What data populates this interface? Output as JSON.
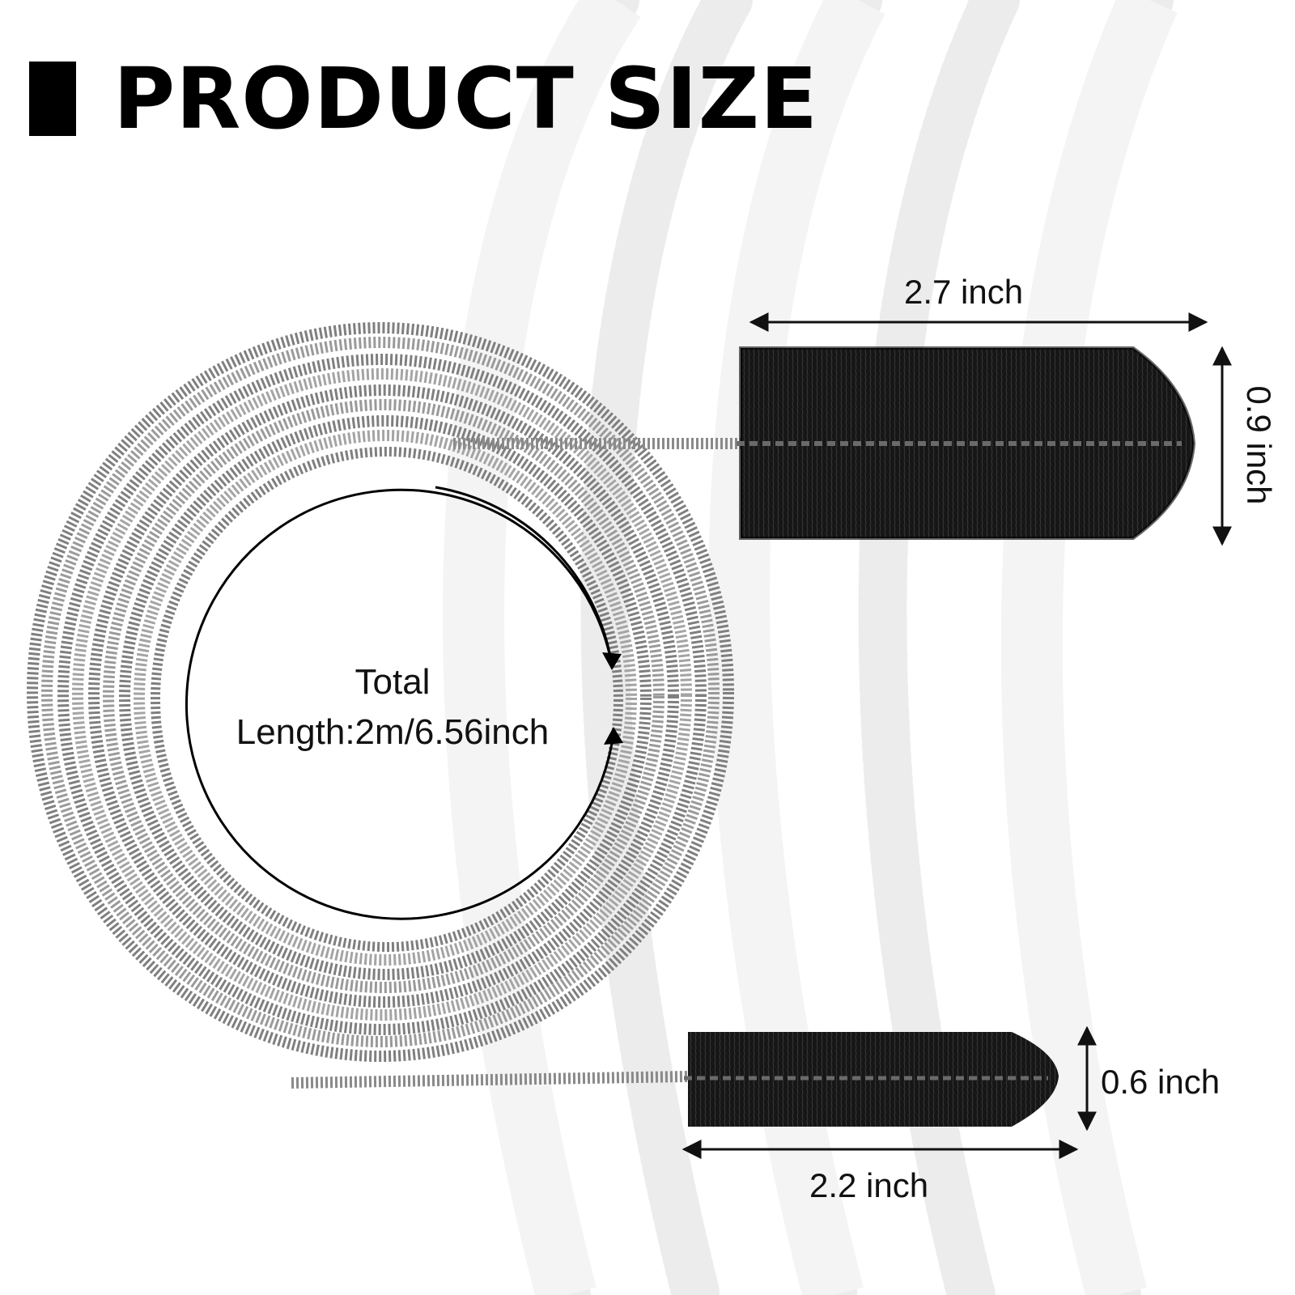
{
  "header": {
    "title": "PRODUCT SIZE"
  },
  "dimensions": {
    "large_brush_length": "2.7 inch",
    "large_brush_diameter": "0.9 inch",
    "small_brush_diameter": "0.6 inch",
    "small_brush_length": "2.2 inch"
  },
  "total_length": {
    "line1": "Total",
    "line2": "Length:2m/6.56inch"
  },
  "colors": {
    "text": "#111111",
    "brush": "#141414",
    "coil": "#8a8a8a",
    "background_coil": "#efefef"
  }
}
